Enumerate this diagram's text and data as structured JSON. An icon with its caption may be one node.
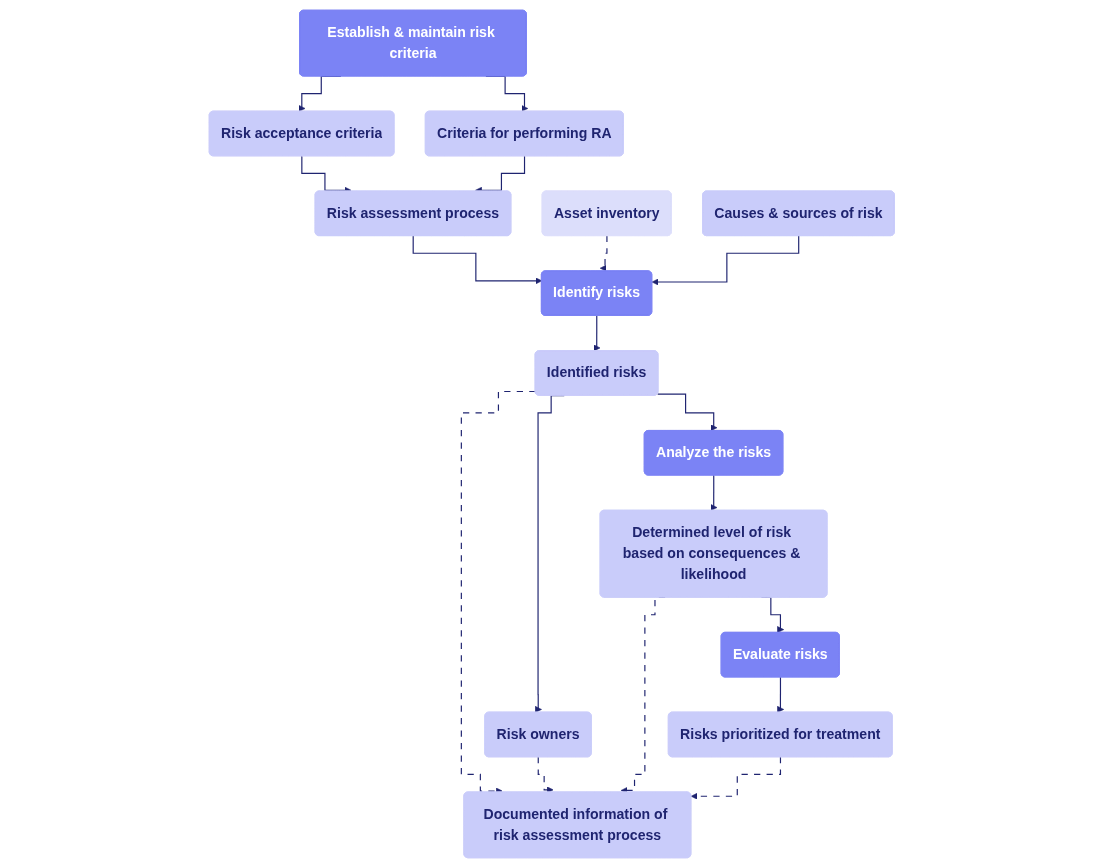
{
  "diagram": {
    "nodes": [
      {
        "text": [
          "Establish & maintain risk criteria"
        ]
      },
      {
        "text": [
          "Risk acceptance criteria"
        ]
      },
      {
        "text": [
          "Criteria for performing RA"
        ]
      },
      {
        "text": [
          "Risk assessment process"
        ]
      },
      {
        "text": [
          "Asset inventory"
        ]
      },
      {
        "text": [
          "Causes & sources of risk"
        ]
      },
      {
        "text": [
          "Identify risks"
        ]
      },
      {
        "text": [
          "Identified risks"
        ]
      },
      {
        "text": [
          "Risk owners"
        ]
      },
      {
        "text": [
          "Analyze the risks"
        ]
      },
      {
        "text": [
          "Determined level of risk based on consequences & likelihood"
        ]
      },
      {
        "text": [
          "Evaluate risks"
        ]
      },
      {
        "text": [
          "Risks prioritized for treatment"
        ]
      },
      {
        "text": [
          "Documented information of risk assessment process"
        ]
      }
    ],
    "edges": [
      {
        "from": 0,
        "to": 1,
        "arrow": "to"
      },
      {
        "from": 0,
        "to": 2,
        "arrow": "to"
      },
      {
        "from": 1,
        "to": 3,
        "arrow": "to"
      },
      {
        "from": 2,
        "to": 3,
        "arrow": "to"
      },
      {
        "from": 3,
        "to": 6,
        "arrow": "to"
      },
      {
        "from": 4,
        "to": 6,
        "arrow": "to",
        "style": "dashed"
      },
      {
        "from": 5,
        "to": 6,
        "arrow": "to"
      },
      {
        "from": 6,
        "to": 7,
        "arrow": "to"
      },
      {
        "from": 7,
        "to": 8,
        "arrow": "to"
      },
      {
        "from": 7,
        "to": 9,
        "arrow": "to"
      },
      {
        "from": 9,
        "to": 10,
        "arrow": "to"
      },
      {
        "from": 10,
        "to": 11,
        "arrow": "to"
      },
      {
        "from": 11,
        "to": 12,
        "arrow": "to"
      },
      {
        "from": 7,
        "to": 13,
        "arrow": "to",
        "style": "dashed"
      },
      {
        "from": 8,
        "to": 13,
        "arrow": "to",
        "style": "dashed"
      },
      {
        "from": 10,
        "to": 13,
        "arrow": "to",
        "style": "dashed"
      },
      {
        "from": 12,
        "to": 13,
        "arrow": "to",
        "style": "dashed"
      }
    ]
  }
}
